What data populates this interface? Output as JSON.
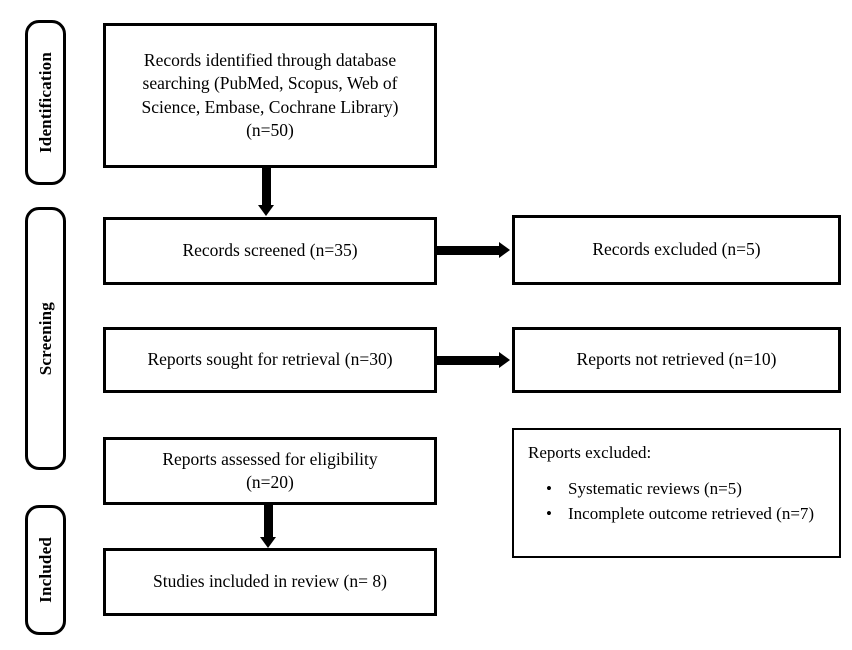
{
  "diagram": {
    "type": "prisma-flow-diagram",
    "background_color": "#ffffff",
    "line_color": "#000000"
  },
  "phases": [
    {
      "label": "Identification"
    },
    {
      "label": "Screening"
    },
    {
      "label": "Included"
    }
  ],
  "boxes": {
    "identified": {
      "line1": "Records identified through database",
      "line2": "searching (PubMed, Scopus, Web of",
      "line3": "Science, Embase, Cochrane Library)",
      "line4": "(n=50)"
    },
    "screened": {
      "text": "Records screened (n=35)"
    },
    "records_excluded": {
      "text": "Records excluded (n=5)"
    },
    "sought": {
      "text": "Reports sought for retrieval (n=30)"
    },
    "not_retrieved": {
      "text": "Reports not retrieved (n=10)"
    },
    "assessed": {
      "line1": "Reports assessed for eligibility",
      "line2": "(n=20)"
    },
    "reports_excluded": {
      "title": "Reports excluded:",
      "bullet_glyph": "•",
      "items": [
        "Systematic reviews (n=5)",
        "Incomplete outcome retrieved (n=7)"
      ]
    },
    "included": {
      "text": "Studies included in review (n= 8)"
    }
  }
}
